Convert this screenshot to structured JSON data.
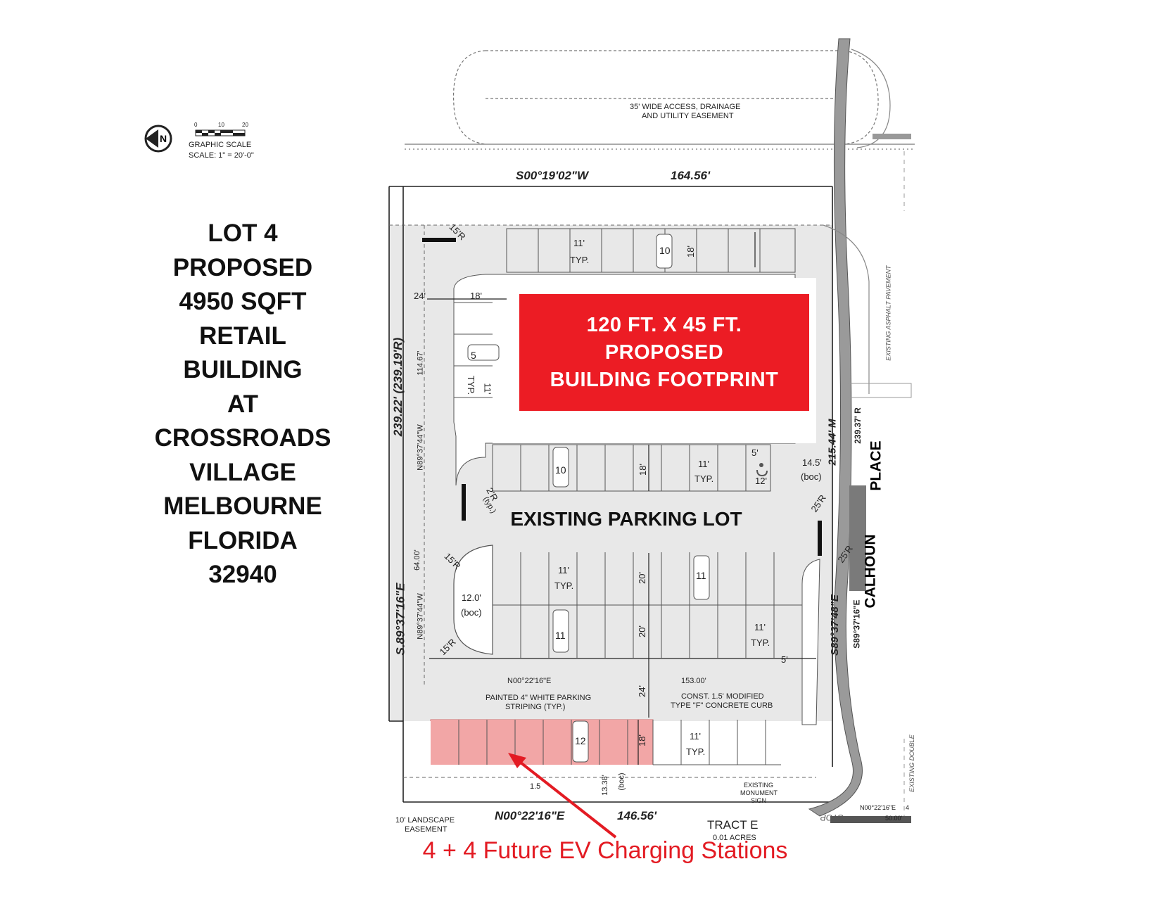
{
  "scale": {
    "ticks": [
      "0",
      "10",
      "20"
    ],
    "title": "GRAPHIC SCALE",
    "text": "SCALE: 1\" = 20'-0\""
  },
  "lot_title": {
    "lines": [
      "LOT 4",
      "PROPOSED",
      "4950 SQFT",
      "RETAIL",
      "BUILDING",
      "AT",
      "CROSSROADS",
      "VILLAGE",
      "MELBOURNE",
      "FLORIDA",
      "32940"
    ]
  },
  "building": {
    "line1": "120 FT. X 45 FT.",
    "line2": "PROPOSED",
    "line3": "BUILDING FOOTPRINT"
  },
  "existing_lot_label": "EXISTING PARKING LOT",
  "ev_caption": "4 + 4 Future EV Charging Stations",
  "easement": {
    "line1": "35' WIDE ACCESS, DRAINAGE",
    "line2": "AND UTILITY EASEMENT"
  },
  "boundary": {
    "top_bearing": "S00°19'02\"W",
    "top_distance": "164.56'",
    "bottom_bearing": "N00°22'16\"E",
    "bottom_distance": "146.56'",
    "left_outer": "239.22' (239.19'R)",
    "left_bearing": "S.89°37'16\"E",
    "right_m": "215.44' M",
    "right_r": "239.37' R",
    "right_bearing": "S89°37'48\"E",
    "right_bearing_r": "S89°37'16\"E"
  },
  "street": {
    "word1": "CALHOUN",
    "word2": "PLACE",
    "asphalt": "EXISTING ASPHALT PAVEMENT",
    "double": "EXISTING DOUBLE",
    "stop": "STOP"
  },
  "dims": {
    "typ11": "11'",
    "typ": "TYP.",
    "d18": "18'",
    "d24": "24'",
    "d20": "20'",
    "d5": "5'",
    "d12": "12'",
    "d14_5": "14.5'",
    "boc": "(boc)",
    "d12_0": "12.0'",
    "r15": "15'R",
    "r25": "25'R",
    "r2": "2'R",
    "typ_paren": "(typ.)",
    "d114_67": "114.67'",
    "n89_w": "N89°37'44\"W",
    "d64": "64.00'",
    "n00_e": "N00°22'16\"E",
    "d153": "153.00'",
    "d1_5": "1.5",
    "d13_38": "13.38'",
    "boc2": "(boc)"
  },
  "counts": {
    "c10a": "10",
    "c5": "5",
    "c10b": "10",
    "c11a": "11",
    "c11b": "11",
    "c12": "12"
  },
  "notes": {
    "striping1": "PAINTED 4\" WHITE PARKING",
    "striping2": "STRIPING (TYP.)",
    "curb1": "CONST. 1.5' MODIFIED",
    "curb2": "TYPE \"F\" CONCRETE CURB",
    "monument1": "EXISTING",
    "monument2": "MONUMENT",
    "monument3": "SIGN",
    "landscape1": "10' LANDSCAPE",
    "landscape2": "EASEMENT",
    "tract": "TRACT E",
    "tract_acres": "0.01 ACRES",
    "corner_bearing": "N00°22'16\"E",
    "corner_dist": "50.00'",
    "corner_4": "4"
  },
  "colors": {
    "building": "#ec1c24",
    "ev_zone": "#f2a6a6",
    "pavement": "#e6e6e6",
    "accent_red": "#e31b23"
  },
  "icons": [
    "north-arrow-icon",
    "accessible-icon",
    "car-icon"
  ]
}
